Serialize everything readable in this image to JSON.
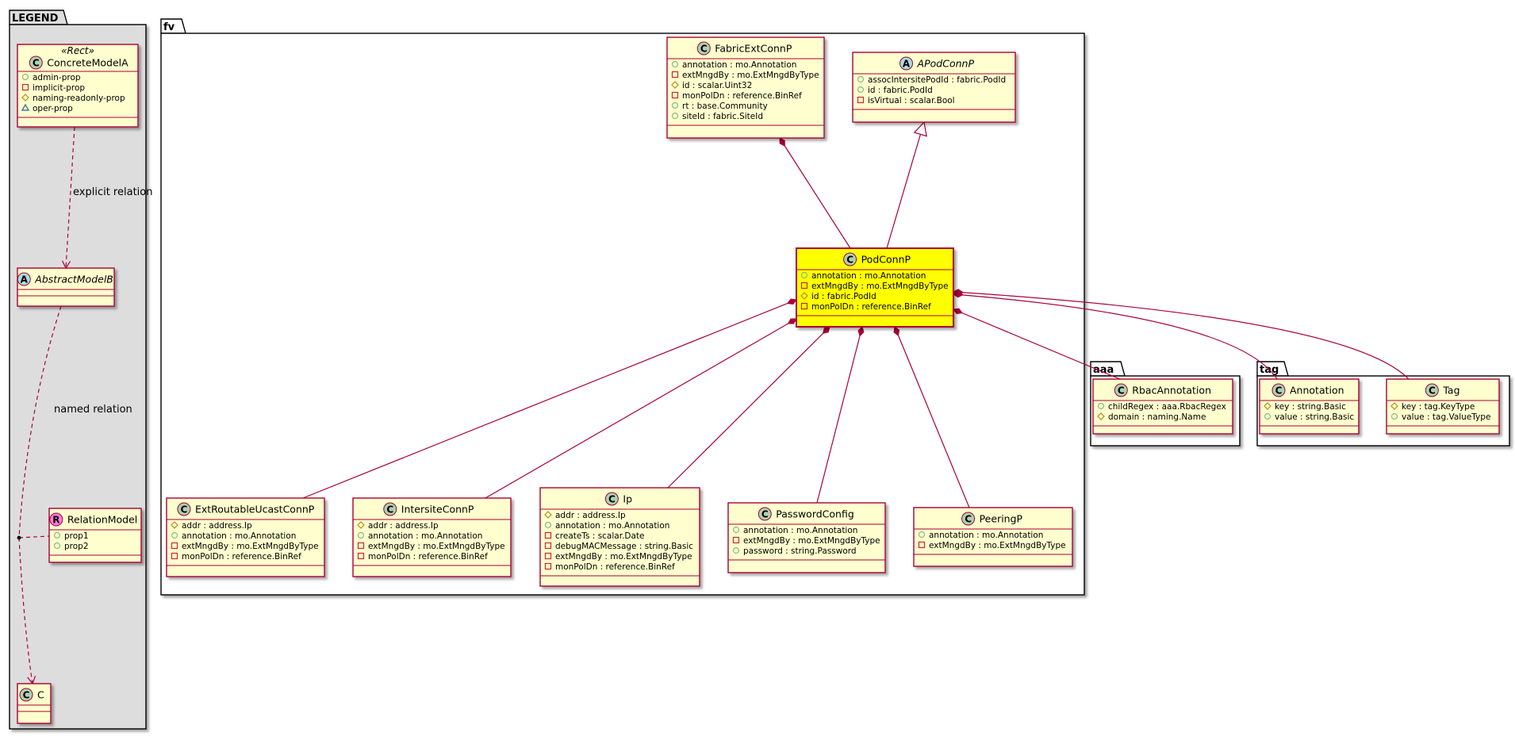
{
  "packages": {
    "legend": "LEGEND",
    "fv": "fv",
    "aaa": "aaa",
    "tag": "tag"
  },
  "legend": {
    "stereotype": "«Rect»",
    "concrete": {
      "name": "ConcreteModelA",
      "kind": "C",
      "attrs": [
        {
          "vis": "+",
          "text": "admin-prop"
        },
        {
          "vis": "-",
          "text": "implicit-prop"
        },
        {
          "vis": "#",
          "text": "naming-readonly-prop"
        },
        {
          "vis": "~",
          "text": "oper-prop"
        }
      ]
    },
    "abstract": {
      "name": "AbstractModelB",
      "kind": "A"
    },
    "relation": {
      "name": "RelationModel",
      "kind": "R",
      "attrs": [
        {
          "vis": "+",
          "text": "prop1"
        },
        {
          "vis": "+",
          "text": "prop2"
        }
      ]
    },
    "c": {
      "name": "C",
      "kind": "C"
    },
    "explicit_relation": "explicit relation",
    "named_relation": "named relation"
  },
  "classes": {
    "fabricExtConnP": {
      "name": "FabricExtConnP",
      "kind": "C",
      "attrs": [
        {
          "vis": "+",
          "text": "annotation : mo.Annotation"
        },
        {
          "vis": "-",
          "text": "extMngdBy : mo.ExtMngdByType"
        },
        {
          "vis": "#",
          "text": "id : scalar.Uint32"
        },
        {
          "vis": "-",
          "text": "monPolDn : reference.BinRef"
        },
        {
          "vis": "+",
          "text": "rt : base.Community"
        },
        {
          "vis": "+",
          "text": "siteId : fabric.SiteId"
        }
      ]
    },
    "aPodConnP": {
      "name": "APodConnP",
      "kind": "A",
      "attrs": [
        {
          "vis": "+",
          "text": "assocIntersitePodId : fabric.PodId"
        },
        {
          "vis": "+",
          "text": "id : fabric.PodId"
        },
        {
          "vis": "-",
          "text": "isVirtual : scalar.Bool"
        }
      ]
    },
    "podConnP": {
      "name": "PodConnP",
      "kind": "C",
      "attrs": [
        {
          "vis": "+",
          "text": "annotation : mo.Annotation"
        },
        {
          "vis": "-",
          "text": "extMngdBy : mo.ExtMngdByType"
        },
        {
          "vis": "#",
          "text": "id : fabric.PodId"
        },
        {
          "vis": "-",
          "text": "monPolDn : reference.BinRef"
        }
      ]
    },
    "extRoutableUcastConnP": {
      "name": "ExtRoutableUcastConnP",
      "kind": "C",
      "attrs": [
        {
          "vis": "#",
          "text": "addr : address.Ip"
        },
        {
          "vis": "+",
          "text": "annotation : mo.Annotation"
        },
        {
          "vis": "-",
          "text": "extMngdBy : mo.ExtMngdByType"
        },
        {
          "vis": "-",
          "text": "monPolDn : reference.BinRef"
        }
      ]
    },
    "intersiteConnP": {
      "name": "IntersiteConnP",
      "kind": "C",
      "attrs": [
        {
          "vis": "#",
          "text": "addr : address.Ip"
        },
        {
          "vis": "+",
          "text": "annotation : mo.Annotation"
        },
        {
          "vis": "-",
          "text": "extMngdBy : mo.ExtMngdByType"
        },
        {
          "vis": "-",
          "text": "monPolDn : reference.BinRef"
        }
      ]
    },
    "ip": {
      "name": "Ip",
      "kind": "C",
      "attrs": [
        {
          "vis": "#",
          "text": "addr : address.Ip"
        },
        {
          "vis": "+",
          "text": "annotation : mo.Annotation"
        },
        {
          "vis": "-",
          "text": "createTs : scalar.Date"
        },
        {
          "vis": "-",
          "text": "debugMACMessage : string.Basic"
        },
        {
          "vis": "-",
          "text": "extMngdBy : mo.ExtMngdByType"
        },
        {
          "vis": "-",
          "text": "monPolDn : reference.BinRef"
        }
      ]
    },
    "passwordConfig": {
      "name": "PasswordConfig",
      "kind": "C",
      "attrs": [
        {
          "vis": "+",
          "text": "annotation : mo.Annotation"
        },
        {
          "vis": "-",
          "text": "extMngdBy : mo.ExtMngdByType"
        },
        {
          "vis": "+",
          "text": "password : string.Password"
        }
      ]
    },
    "peeringP": {
      "name": "PeeringP",
      "kind": "C",
      "attrs": [
        {
          "vis": "+",
          "text": "annotation : mo.Annotation"
        },
        {
          "vis": "-",
          "text": "extMngdBy : mo.ExtMngdByType"
        }
      ]
    },
    "rbacAnnotation": {
      "name": "RbacAnnotation",
      "kind": "C",
      "attrs": [
        {
          "vis": "+",
          "text": "childRegex : aaa.RbacRegex"
        },
        {
          "vis": "#",
          "text": "domain : naming.Name"
        }
      ]
    },
    "annotation": {
      "name": "Annotation",
      "kind": "C",
      "attrs": [
        {
          "vis": "#",
          "text": "key : string.Basic"
        },
        {
          "vis": "+",
          "text": "value : string.Basic"
        }
      ]
    },
    "tag": {
      "name": "Tag",
      "kind": "C",
      "attrs": [
        {
          "vis": "#",
          "text": "key : tag.KeyType"
        },
        {
          "vis": "+",
          "text": "value : tag.ValueType"
        }
      ]
    }
  },
  "colors": {
    "class_fill": "#fefece",
    "class_border": "#a80036",
    "highlight_fill": "#ffff00",
    "legend_fill": "#dddddd",
    "kind_C": "#add1b2",
    "kind_A": "#a9dcdf",
    "kind_R": "#ff7ae0",
    "vis_public": "#84be84",
    "vis_private": "#c82930",
    "vis_protected": "#b38d22",
    "vis_package": "#1963a0"
  }
}
